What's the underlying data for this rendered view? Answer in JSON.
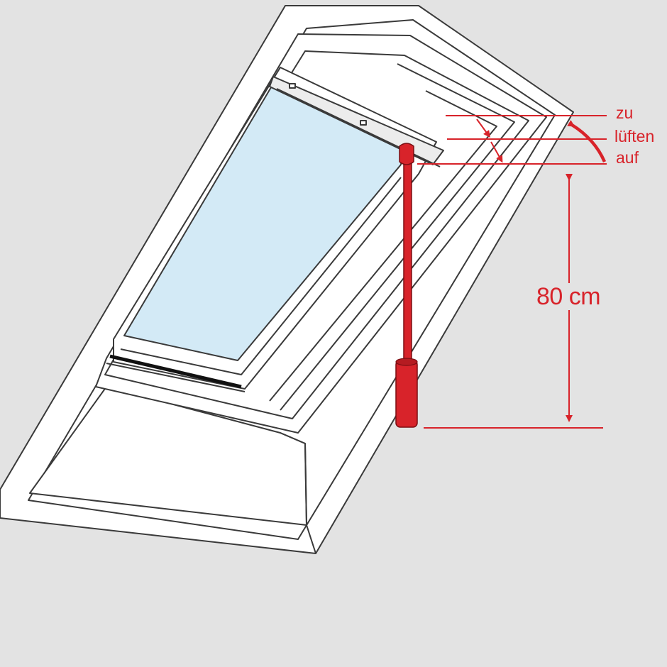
{
  "labels": {
    "zu": "zu",
    "lueften": "lüften",
    "auf": "auf",
    "dimension": "80 cm"
  },
  "colors": {
    "background": "#e3e3e3",
    "frame": "#ffffff",
    "outline": "#3a3a3a",
    "glass": "#d3eaf6",
    "accent_red": "#d8232a"
  },
  "icons": {
    "rod": "opening-rod-icon",
    "handle": "rod-grip-icon",
    "rotation": "curved-arrow-icon",
    "dimension": "dimension-arrow-icon"
  }
}
